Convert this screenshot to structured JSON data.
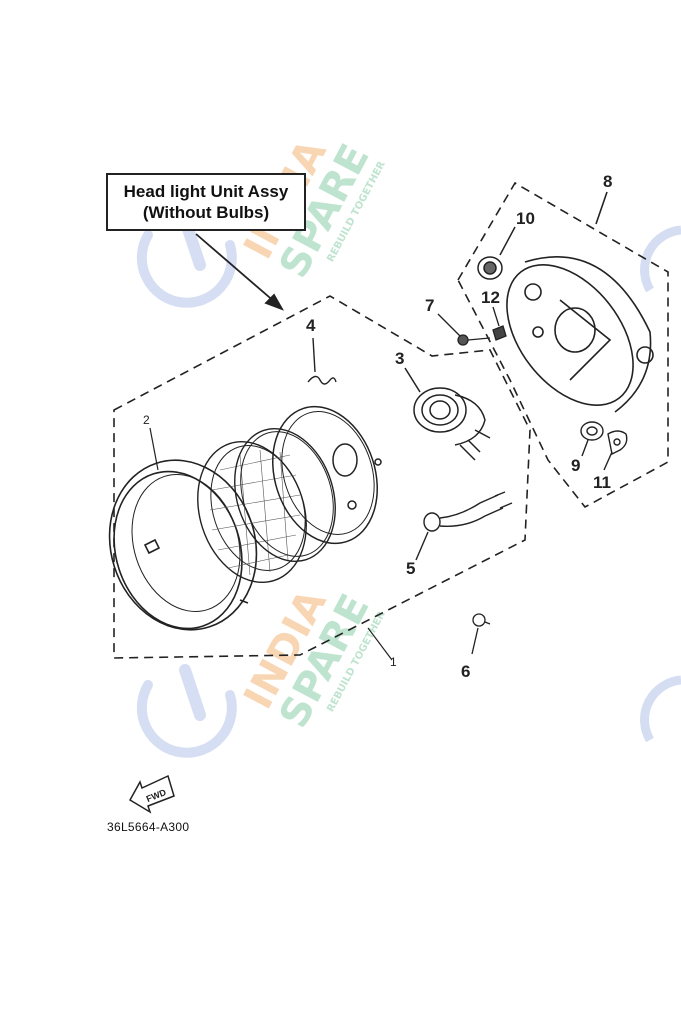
{
  "callout": {
    "line1": "Head light Unit Assy",
    "line2": "(Without Bulbs)"
  },
  "parts": {
    "p1": "1",
    "p2": "2",
    "p3": "3",
    "p4": "4",
    "p5": "5",
    "p6": "6",
    "p7": "7",
    "p8": "8",
    "p9": "9",
    "p10": "10",
    "p11": "11",
    "p12": "12"
  },
  "fwd_label": "FWD",
  "drawing_code": "36L5664-A300",
  "watermark": {
    "word1": "INDIA",
    "word2": "SPARE",
    "tagline": "REBUILD TOGETHER",
    "color_orange": "#f7c99a",
    "color_green": "#a9dcc0",
    "color_blue": "#c9d4ef"
  },
  "colors": {
    "line": "#222222",
    "background": "#ffffff"
  }
}
